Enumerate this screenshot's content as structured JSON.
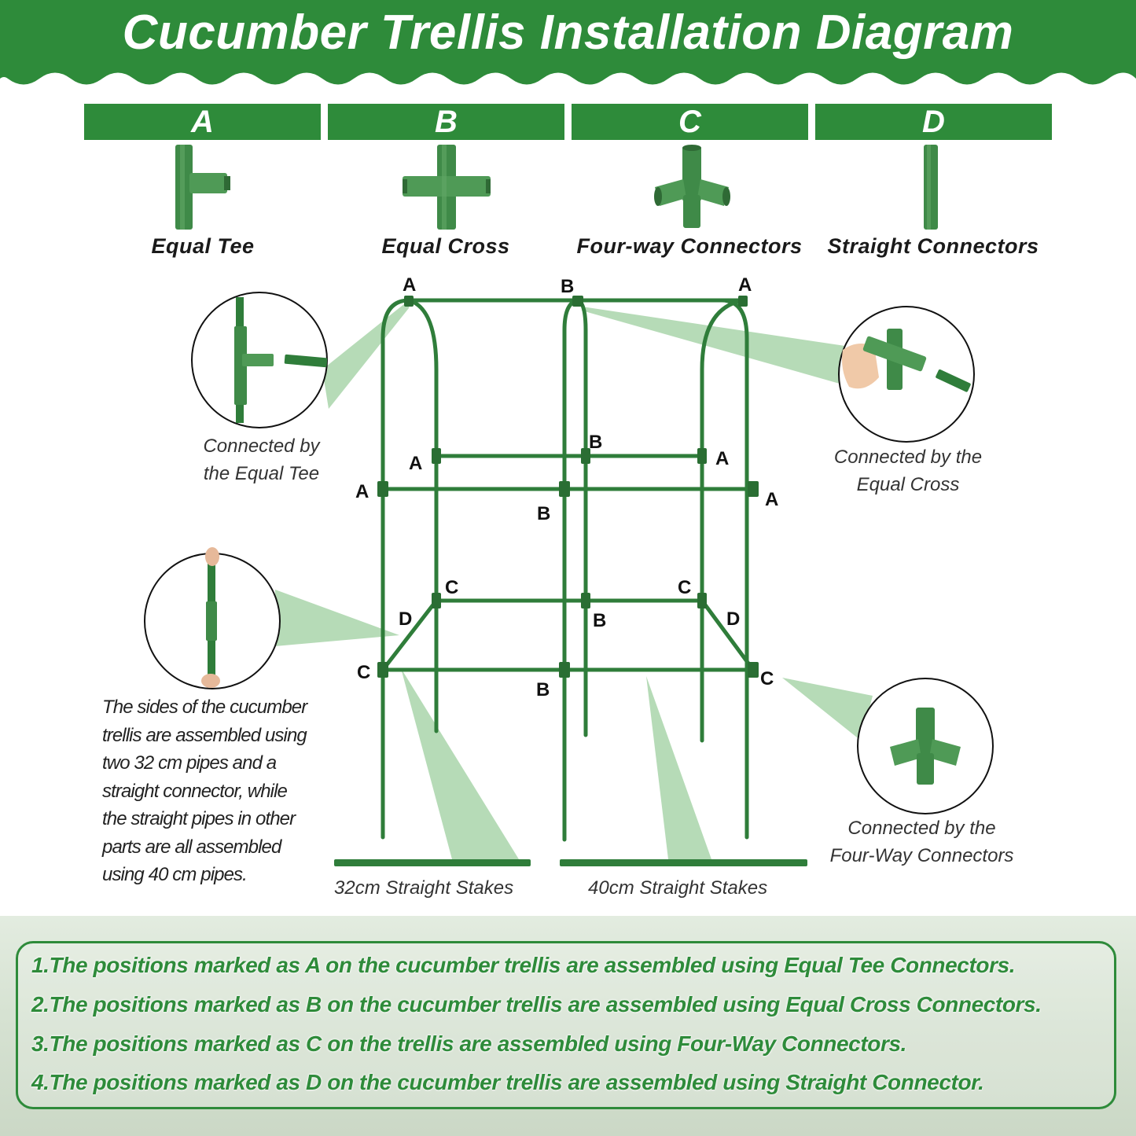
{
  "title": "Cucumber Trellis Installation Diagram",
  "colors": {
    "brand_green": "#2e8b3a",
    "pipe_green": "#2f7d3a",
    "callout_green": "#a9d5aa"
  },
  "parts": [
    {
      "letter": "A",
      "name": "Equal Tee",
      "icon": "equal-tee-connector-icon"
    },
    {
      "letter": "B",
      "name": "Equal Cross",
      "icon": "equal-cross-connector-icon"
    },
    {
      "letter": "C",
      "name": "Four-way Connectors",
      "icon": "four-way-connector-icon"
    },
    {
      "letter": "D",
      "name": "Straight Connectors",
      "icon": "straight-connector-icon"
    }
  ],
  "callouts": {
    "tee": [
      "Connected by",
      "the Equal Tee"
    ],
    "cross": [
      "Connected by the",
      "Equal Cross"
    ],
    "fourway": [
      "Connected by the",
      "Four-Way Connectors"
    ]
  },
  "markers": {
    "top_left": "A",
    "top_center": "B",
    "top_right": "A",
    "upper_left": "A",
    "upper_center": "B",
    "upper_right": "A",
    "mid_left": "A",
    "mid_center": "B",
    "mid_right": "A",
    "low_left": "C",
    "low_center": "B",
    "low_right": "C",
    "joint_left": "D",
    "joint_right": "D",
    "base_left": "C",
    "base_center": "B",
    "base_right": "C"
  },
  "side_note": [
    "The sides of the cucumber",
    "trellis are assembled using",
    "two 32 cm pipes and a",
    "straight connector, while",
    "the straight pipes in other",
    "parts are all assembled",
    "using 40 cm pipes."
  ],
  "stakes": {
    "short": "32cm Straight Stakes",
    "long": "40cm Straight Stakes"
  },
  "notes": [
    "1.The positions marked as A on the cucumber trellis are assembled using Equal Tee Connectors.",
    "2.The positions marked as B on the cucumber trellis are assembled using Equal Cross Connectors.",
    "3.The positions marked as C on the trellis are assembled using Four-Way Connectors.",
    "4.The positions marked as D on the cucumber trellis are assembled using Straight Connector."
  ]
}
